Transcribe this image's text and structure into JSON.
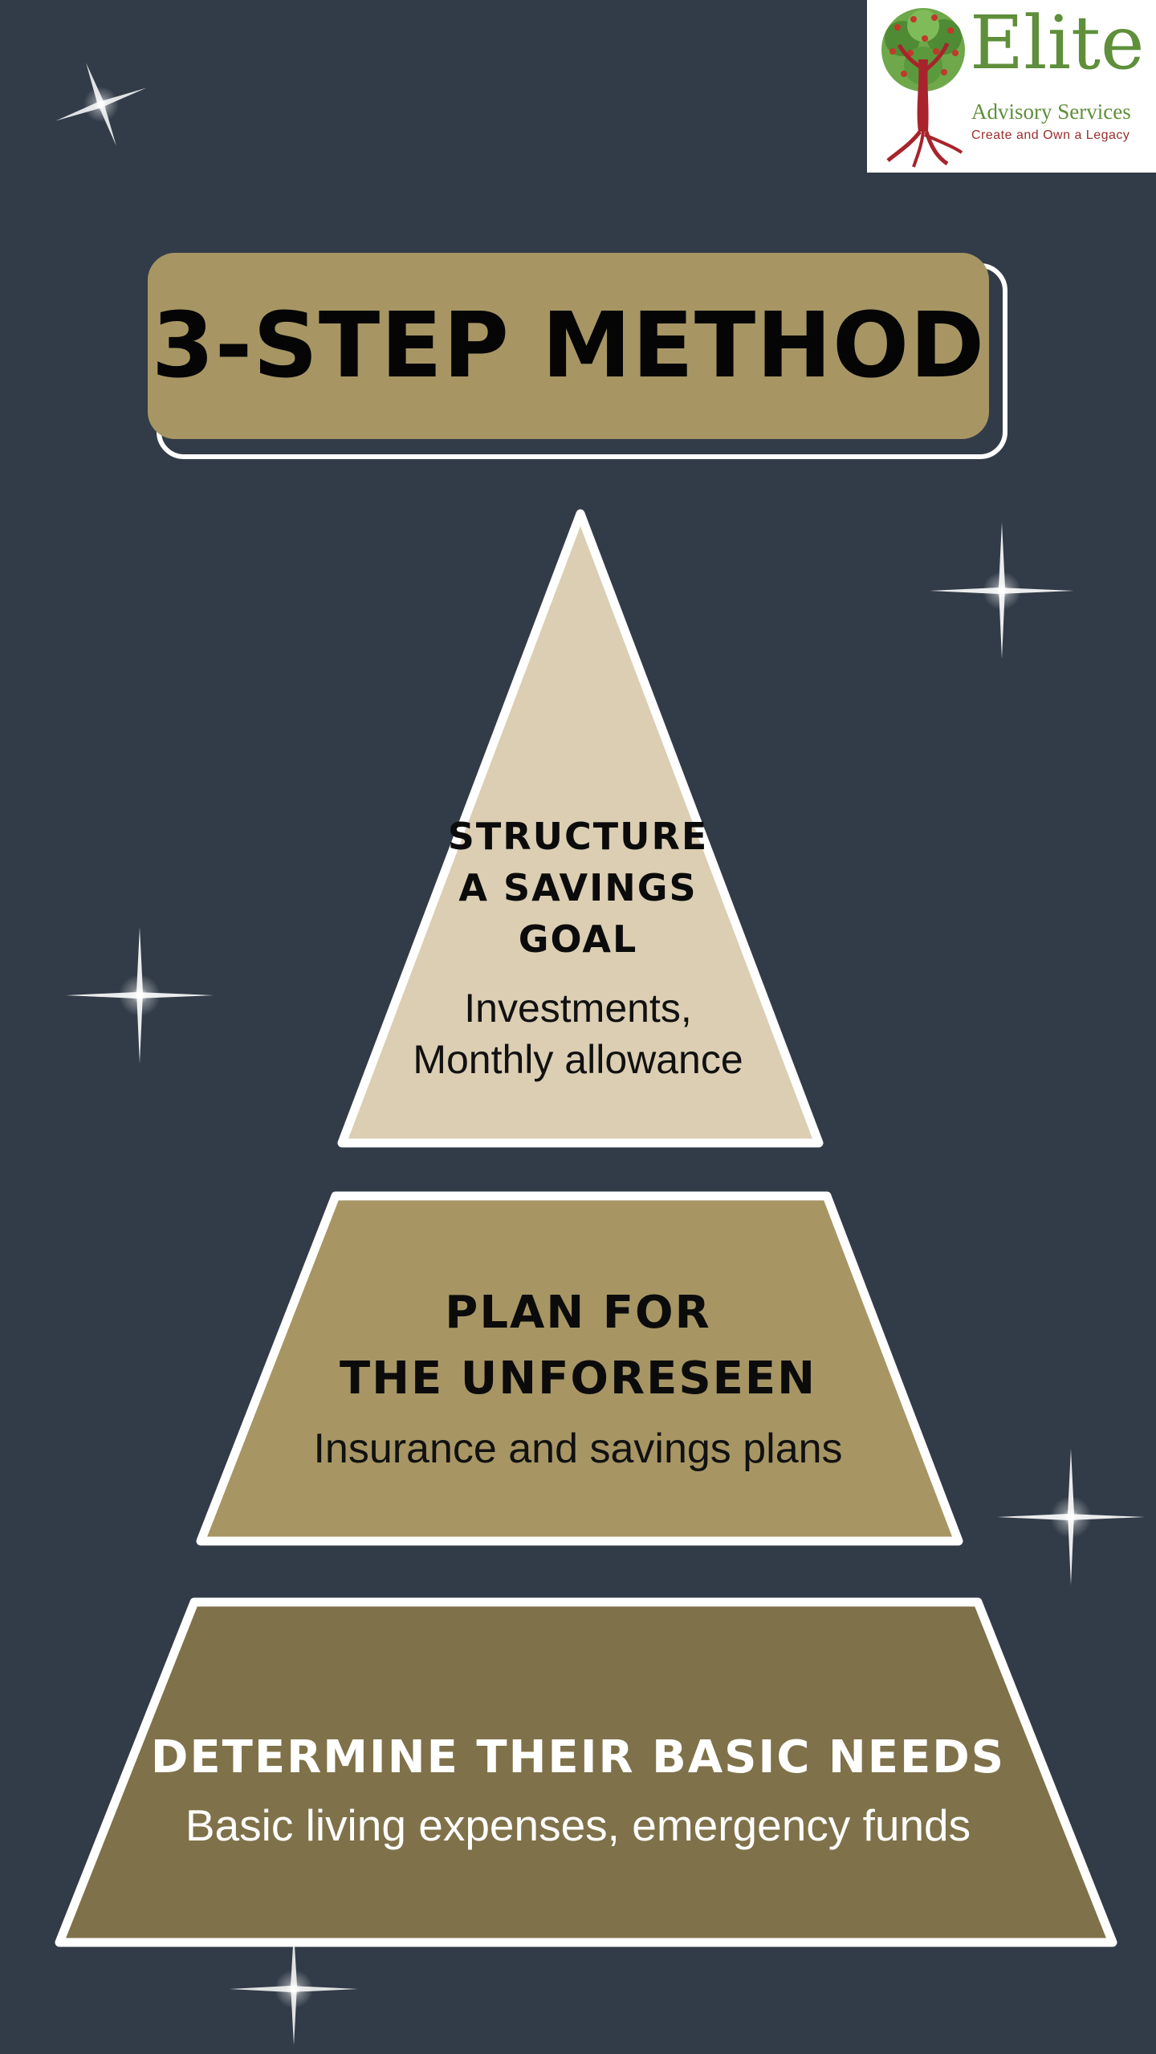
{
  "logo": {
    "brand": "Elite",
    "subtitle": "Advisory Services",
    "tagline": "Create and Own a Legacy"
  },
  "title": "3-STEP METHOD",
  "tiers": [
    {
      "heading_lines": [
        "STRUCTURE",
        "A SAVINGS",
        "GOAL"
      ],
      "description_lines": [
        "Investments,",
        "Monthly allowance"
      ]
    },
    {
      "heading_lines": [
        "PLAN FOR",
        "THE UNFORESEEN"
      ],
      "description_lines": [
        "Insurance and savings plans"
      ]
    },
    {
      "heading_lines": [
        "DETERMINE THEIR BASIC NEEDS"
      ],
      "description_lines": [
        "Basic living expenses, emergency funds"
      ]
    }
  ],
  "colors": {
    "background": "#323c48",
    "title_fill": "#a79664",
    "tier_top": "#dbceb3",
    "tier_middle": "#a79664",
    "tier_bottom": "#7f7149",
    "outline": "#ffffff",
    "logo_green": "#5f8f3a",
    "logo_red": "#9a2d2d"
  },
  "icons": [
    "tree-logo-icon",
    "sparkle-icon"
  ]
}
